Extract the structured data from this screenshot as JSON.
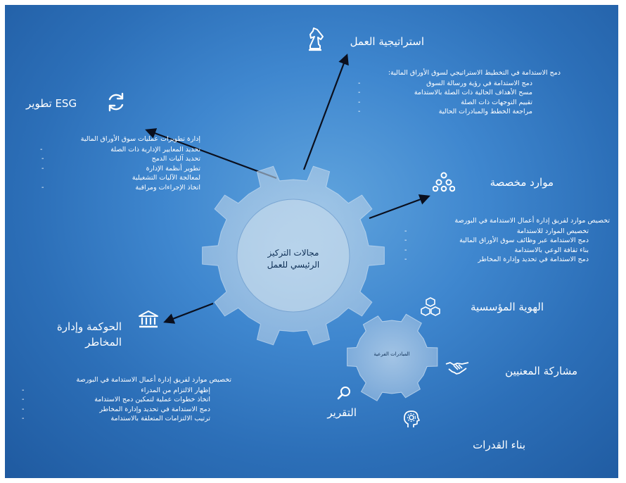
{
  "center": {
    "title_line1": "مجالات التركيز",
    "title_line2": "الرئيسي للعمل",
    "secondary_label": "المبادرات الفرعية"
  },
  "sections": {
    "strategy": {
      "title": "استراتيجية العمل",
      "icon": "chess-knight-icon",
      "lead": "دمج الاستدامة في التخطيط الاستراتيجي لسوق الأوراق المالية:",
      "items": [
        "دمج الاستدامة في رؤية ورسالة السوق",
        "مسح الأهداف الحالية ذات الصلة بالاستدامة",
        "تقييم التوجهات ذات الصلة",
        "مراجعة الخطط والمبادرات الحالية"
      ]
    },
    "esg": {
      "title": "تطوير ESG",
      "icon": "refresh-icon",
      "lead": "إدارة تطويرات عمليات سوق الأوراق المالية",
      "items": [
        "تحديد المعايير الإدارية ذات الصلة",
        "تحديد آليات الدمج",
        "تطوير أنظمة الإدارة",
        "لمعالجة الآليات التشغيلية",
        "اتخاذ الإجراءات ومراقبة"
      ]
    },
    "resources": {
      "title": "موارد مخصصة",
      "icon": "network-icon",
      "lead": "تخصيص موارد لفريق إدارة أعمال الاستدامة في البورصة",
      "items": [
        "تخصيص الموارد للاستدامة",
        "دمج الاستدامة عبر وظائف سوق الأوراق المالية",
        "بناء ثقافة الوعي بالاستدامة",
        "دمج الاستدامة في تحديد وإدارة المخاطر"
      ]
    },
    "governance": {
      "title_line1": "الحوكمة وإدارة",
      "title_line2": "المخاطر",
      "icon": "bank-building-icon",
      "lead": "تخصيص موارد لفريق إدارة أعمال الاستدامة في البورصة",
      "items": [
        "إظهار الالتزام من المدراء",
        "اتخاذ خطوات عملية لتمكين دمج الاستدامة",
        "دمج الاستدامة في تحديد وإدارة المخاطر",
        "ترتيب الالتزامات المتعلقة بالاستدامة"
      ]
    },
    "identity": {
      "title": "الهوية المؤسسية",
      "icon": "cubes-icon"
    },
    "stakeholders": {
      "title": "مشاركة المعنيين",
      "icon": "handshake-icon"
    },
    "reporting": {
      "title": "التقرير",
      "icon": "magnifier-icon"
    },
    "capacity": {
      "title": "بناء القدرات",
      "icon": "head-gear-icon"
    }
  },
  "colors": {
    "background_center": "#5fa3dd",
    "background_edge": "#1f5aa0",
    "gear_fill": "#c9dced",
    "text": "#ffffff",
    "arrow": "#0a0f1e"
  }
}
